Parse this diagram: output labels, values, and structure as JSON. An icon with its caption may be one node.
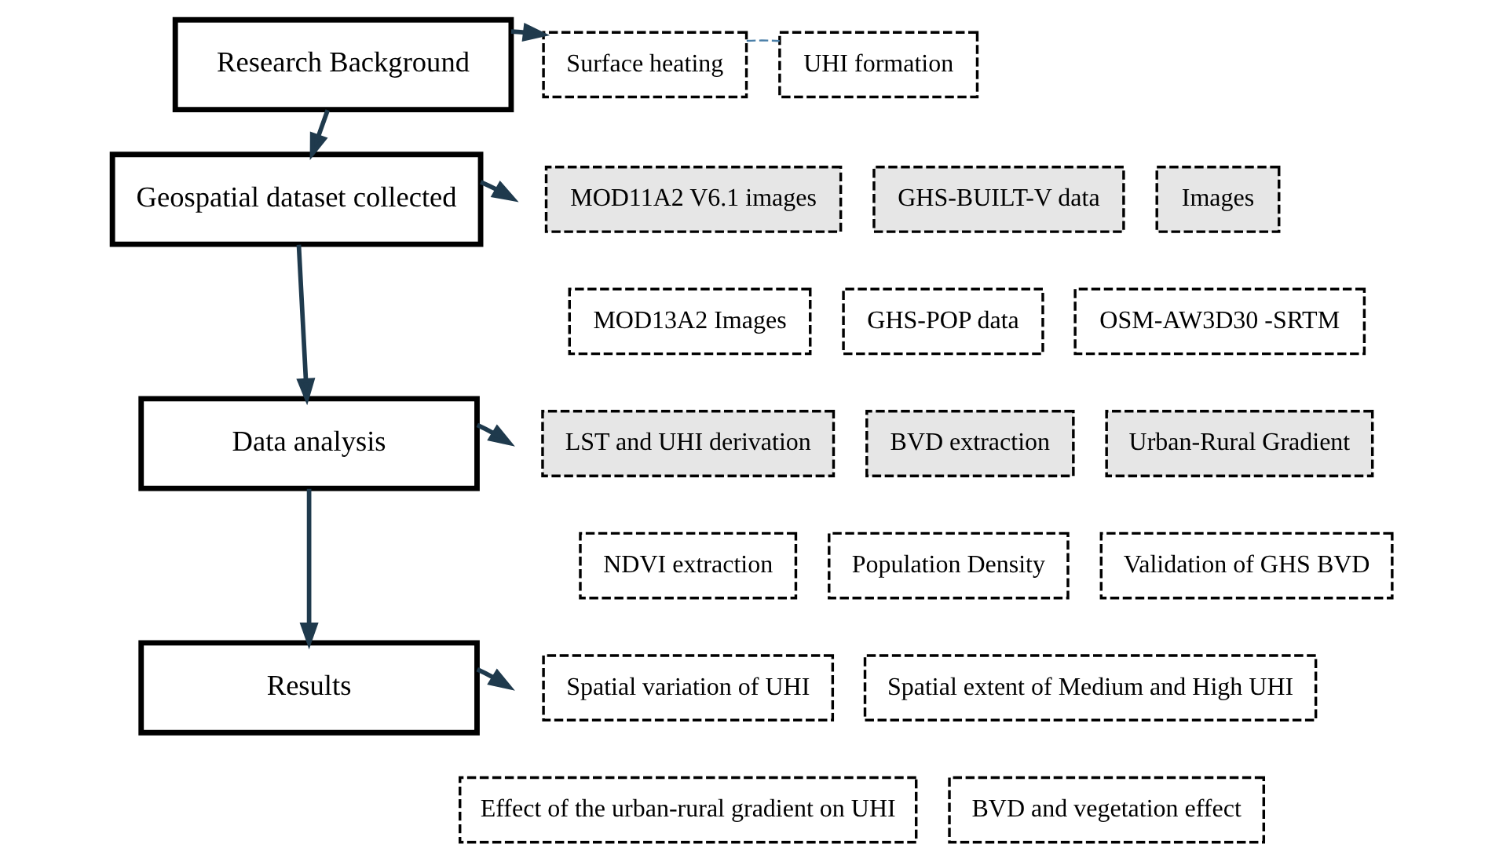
{
  "diagram": {
    "nodes": [
      {
        "text": [
          "Research Background"
        ]
      },
      {
        "text": [
          "Surface heating"
        ]
      },
      {
        "text": [
          "UHI formation"
        ]
      },
      {
        "text": [
          "Geospatial dataset collected"
        ]
      },
      {
        "text": [
          "MOD11A2 V6.1 images"
        ]
      },
      {
        "text": [
          "GHS-BUILT-V data"
        ]
      },
      {
        "text": [
          "Images"
        ]
      },
      {
        "text": [
          "MOD13A2 Images"
        ]
      },
      {
        "text": [
          "GHS-POP data"
        ]
      },
      {
        "text": [
          "OSM-AW3D30 -SRTM"
        ]
      },
      {
        "text": [
          "Data analysis"
        ]
      },
      {
        "text": [
          "LST and UHI derivation"
        ]
      },
      {
        "text": [
          "BVD extraction"
        ]
      },
      {
        "text": [
          "Urban-Rural Gradient"
        ]
      },
      {
        "text": [
          "NDVI extraction"
        ]
      },
      {
        "text": [
          "Population Density"
        ]
      },
      {
        "text": [
          "Validation of GHS BVD"
        ]
      },
      {
        "text": [
          "Results"
        ]
      },
      {
        "text": [
          "Spatial variation of UHI"
        ]
      },
      {
        "text": [
          "Spatial extent of Medium and High UHI"
        ]
      },
      {
        "text": [
          "Effect of the urban-rural gradient on UHI"
        ]
      },
      {
        "text": [
          "BVD and vegetation effect"
        ]
      }
    ],
    "edges": [
      {
        "from": 0,
        "to": 1,
        "arrow": "to"
      },
      {
        "from": 1,
        "to": 2,
        "arrow": "none",
        "style": "dashed",
        "color": "#4a7fa8"
      },
      {
        "from": 0,
        "to": 3,
        "arrow": "to"
      },
      {
        "from": 3,
        "to": null,
        "arrow": "to"
      },
      {
        "from": 3,
        "to": 10,
        "arrow": "to"
      },
      {
        "from": 10,
        "to": null,
        "arrow": "to"
      },
      {
        "from": 10,
        "to": 17,
        "arrow": "to"
      },
      {
        "from": 17,
        "to": null,
        "arrow": "to"
      }
    ]
  }
}
